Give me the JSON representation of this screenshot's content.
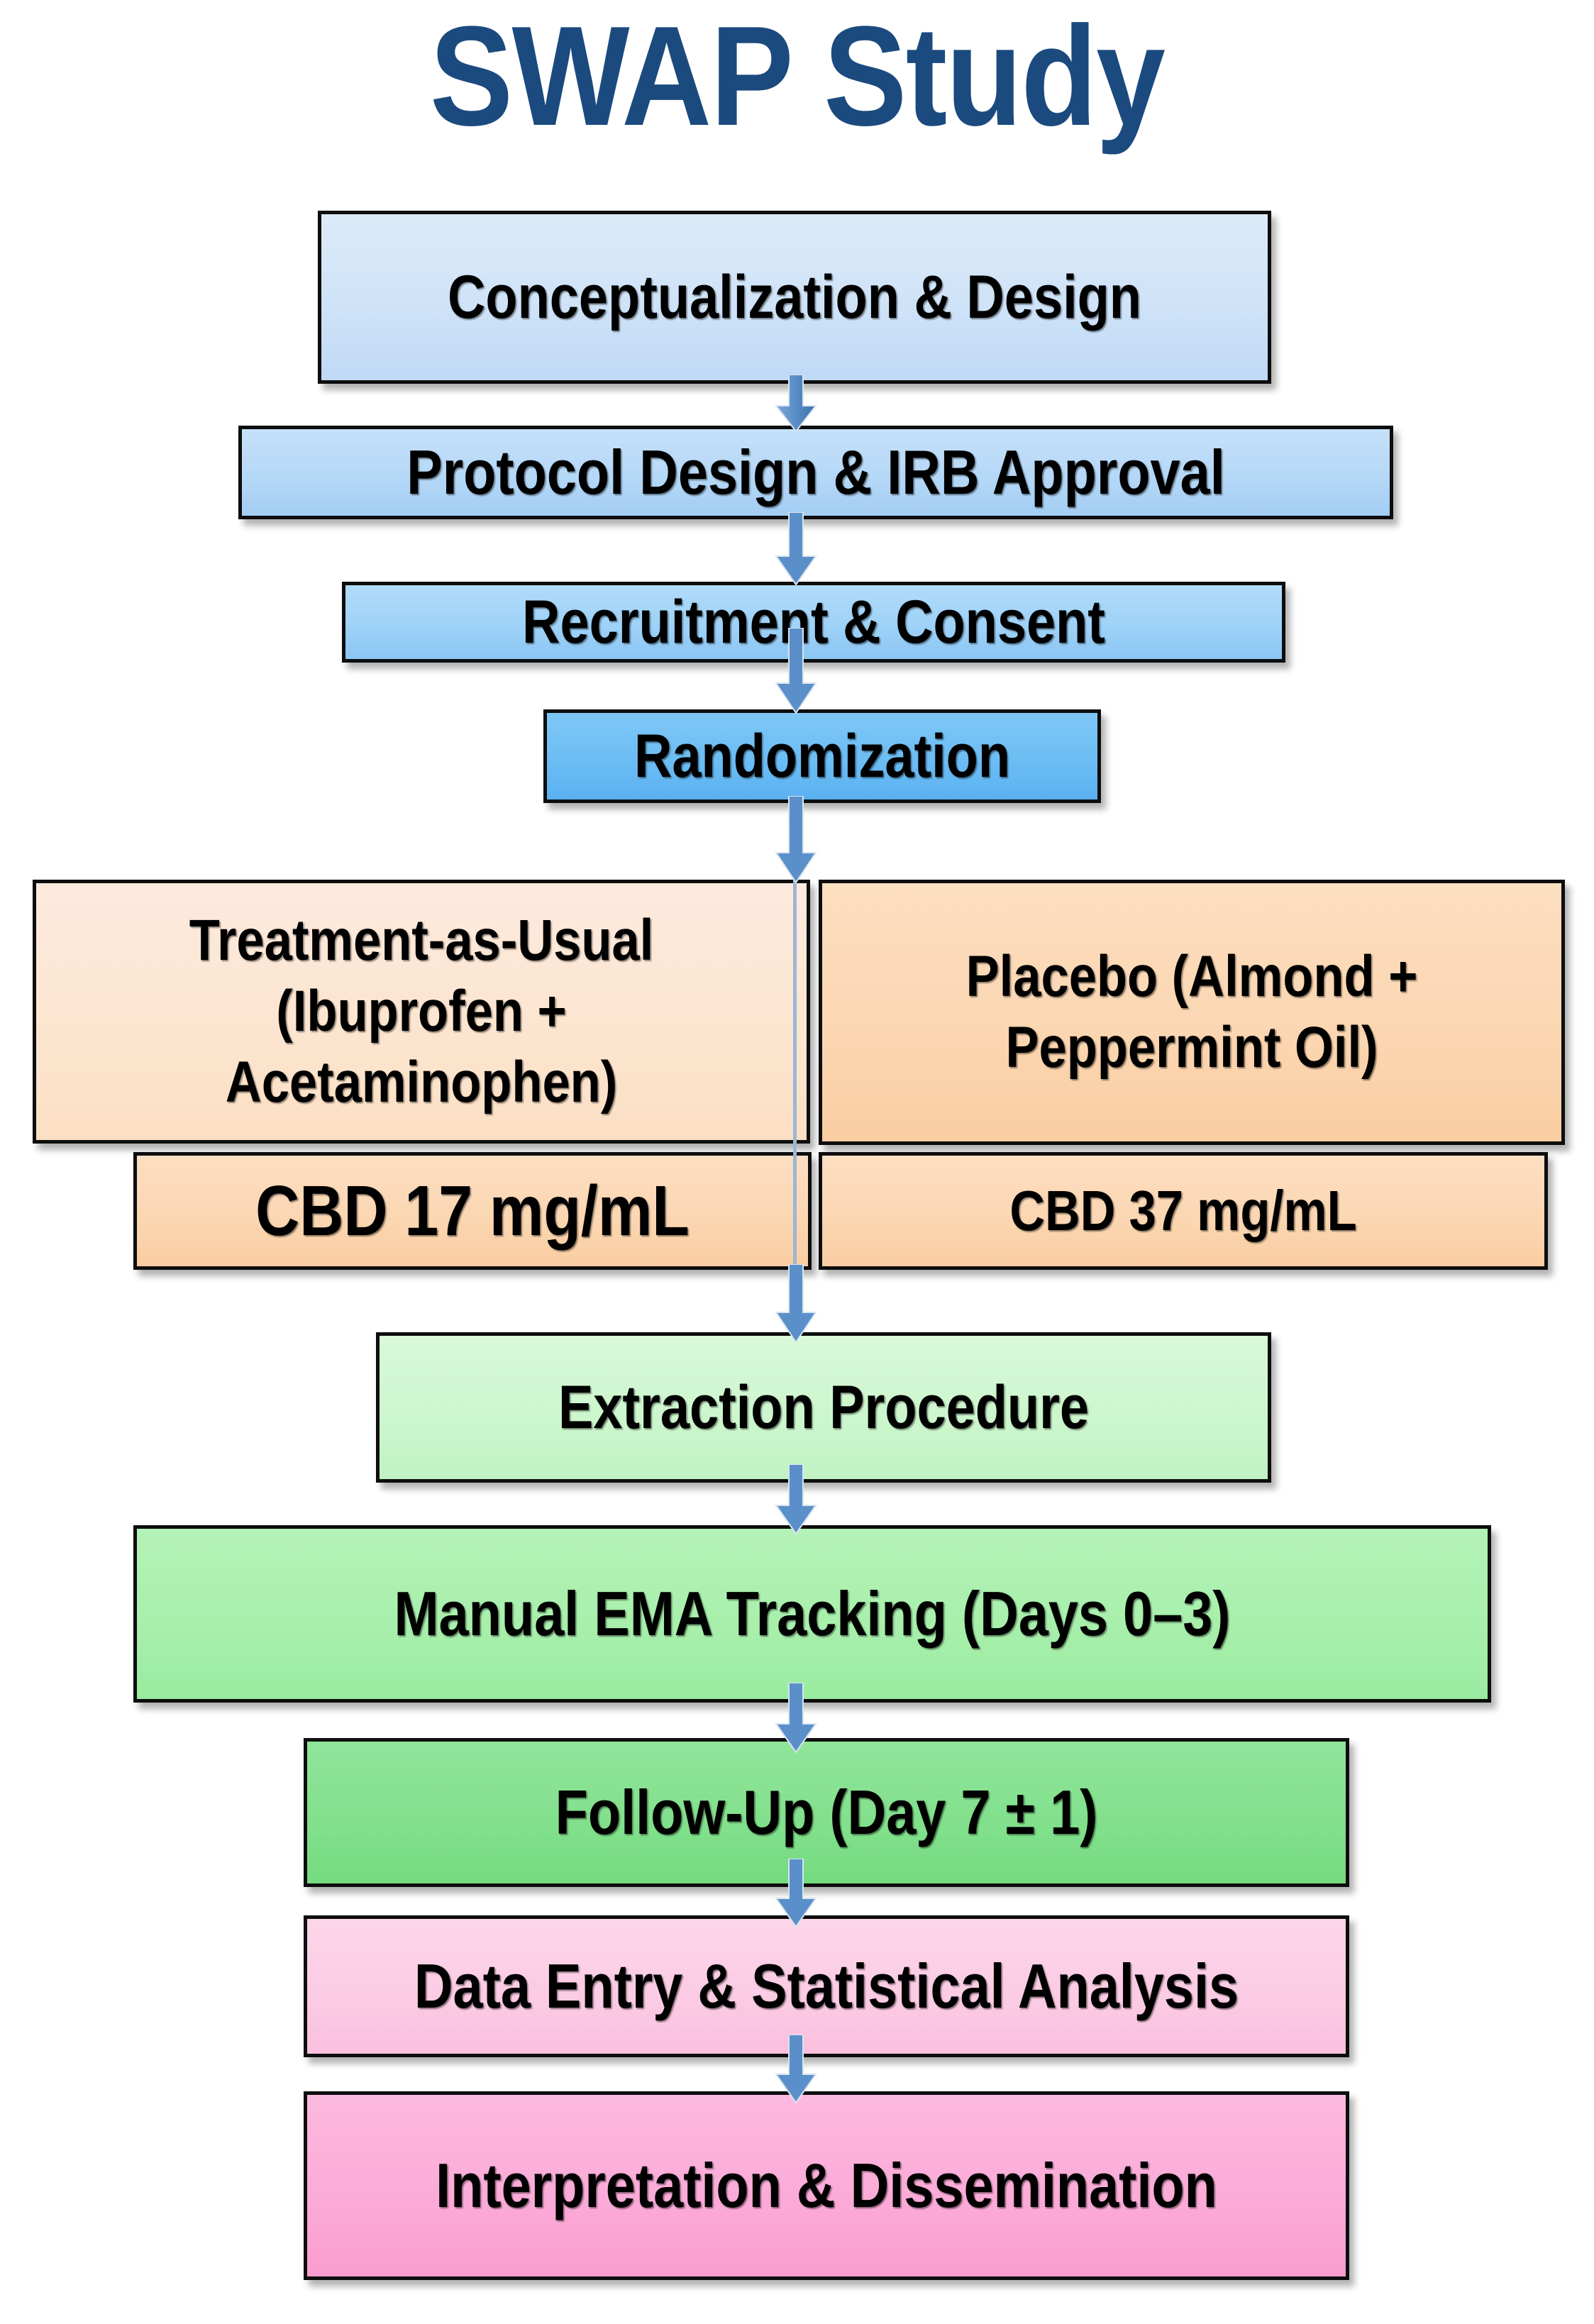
{
  "title": "SWAP Study",
  "title_color": "#1b4a7e",
  "flow": {
    "nodes": [
      {
        "id": "conceptualization",
        "label": "Conceptualization & Design",
        "fill": "#cfe3f8",
        "stage": "planning"
      },
      {
        "id": "protocol",
        "label": "Protocol Design & IRB Approval",
        "fill": "#b5d8f7",
        "stage": "planning"
      },
      {
        "id": "recruitment",
        "label": "Recruitment & Consent",
        "fill": "#9ed2f8",
        "stage": "planning"
      },
      {
        "id": "randomization",
        "label": "Randomization",
        "fill": "#6cbdf4",
        "stage": "planning"
      },
      {
        "id": "tau",
        "label": "Treatment-as-Usual\n(Ibuprofen +\nAcetaminophen)",
        "fill": "#fce5cf",
        "stage": "arm"
      },
      {
        "id": "placebo",
        "label": "Placebo (Almond +\nPeppermint Oil)",
        "fill": "#fbd6b1",
        "stage": "arm"
      },
      {
        "id": "cbd17",
        "label": "CBD 17 mg/mL",
        "fill": "#fbd6b1",
        "stage": "arm"
      },
      {
        "id": "cbd37",
        "label": "CBD 37 mg/mL",
        "fill": "#fbd6b1",
        "stage": "arm"
      },
      {
        "id": "extraction",
        "label": "Extraction Procedure",
        "fill": "#ccf6cd",
        "stage": "data-collection"
      },
      {
        "id": "ema",
        "label": "Manual EMA Tracking (Days 0–3)",
        "fill": "#a7efab",
        "stage": "data-collection"
      },
      {
        "id": "followup",
        "label": "Follow-Up (Day 7 ± 1)",
        "fill": "#81e08c",
        "stage": "data-collection"
      },
      {
        "id": "analysis",
        "label": "Data Entry & Statistical Analysis",
        "fill": "#fbcbe4",
        "stage": "analysis"
      },
      {
        "id": "interpretation",
        "label": "Interpretation & Dissemination",
        "fill": "#fbaad7",
        "stage": "analysis"
      }
    ],
    "edges": [
      {
        "from": "conceptualization",
        "to": "protocol"
      },
      {
        "from": "protocol",
        "to": "recruitment"
      },
      {
        "from": "recruitment",
        "to": "randomization"
      },
      {
        "from": "randomization",
        "to": "arms"
      },
      {
        "from": "arms",
        "to": "extraction"
      },
      {
        "from": "extraction",
        "to": "ema"
      },
      {
        "from": "ema",
        "to": "followup"
      },
      {
        "from": "followup",
        "to": "analysis"
      },
      {
        "from": "analysis",
        "to": "interpretation"
      }
    ],
    "arrow_color": "#5b8fc9"
  }
}
